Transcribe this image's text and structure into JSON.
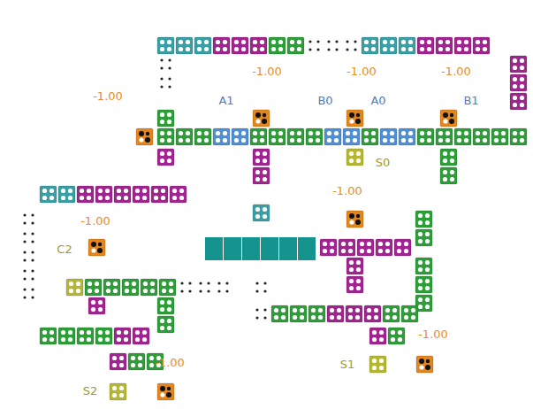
{
  "diagram": {
    "labels": [
      "-1.00",
      "-1.00",
      "-1.00",
      "-1.00",
      "A1",
      "B0",
      "A0",
      "B1",
      "S0",
      "-1.00",
      "-1.00",
      "C2",
      "-1.00",
      "-1.00",
      "S1",
      "S2"
    ]
  }
}
